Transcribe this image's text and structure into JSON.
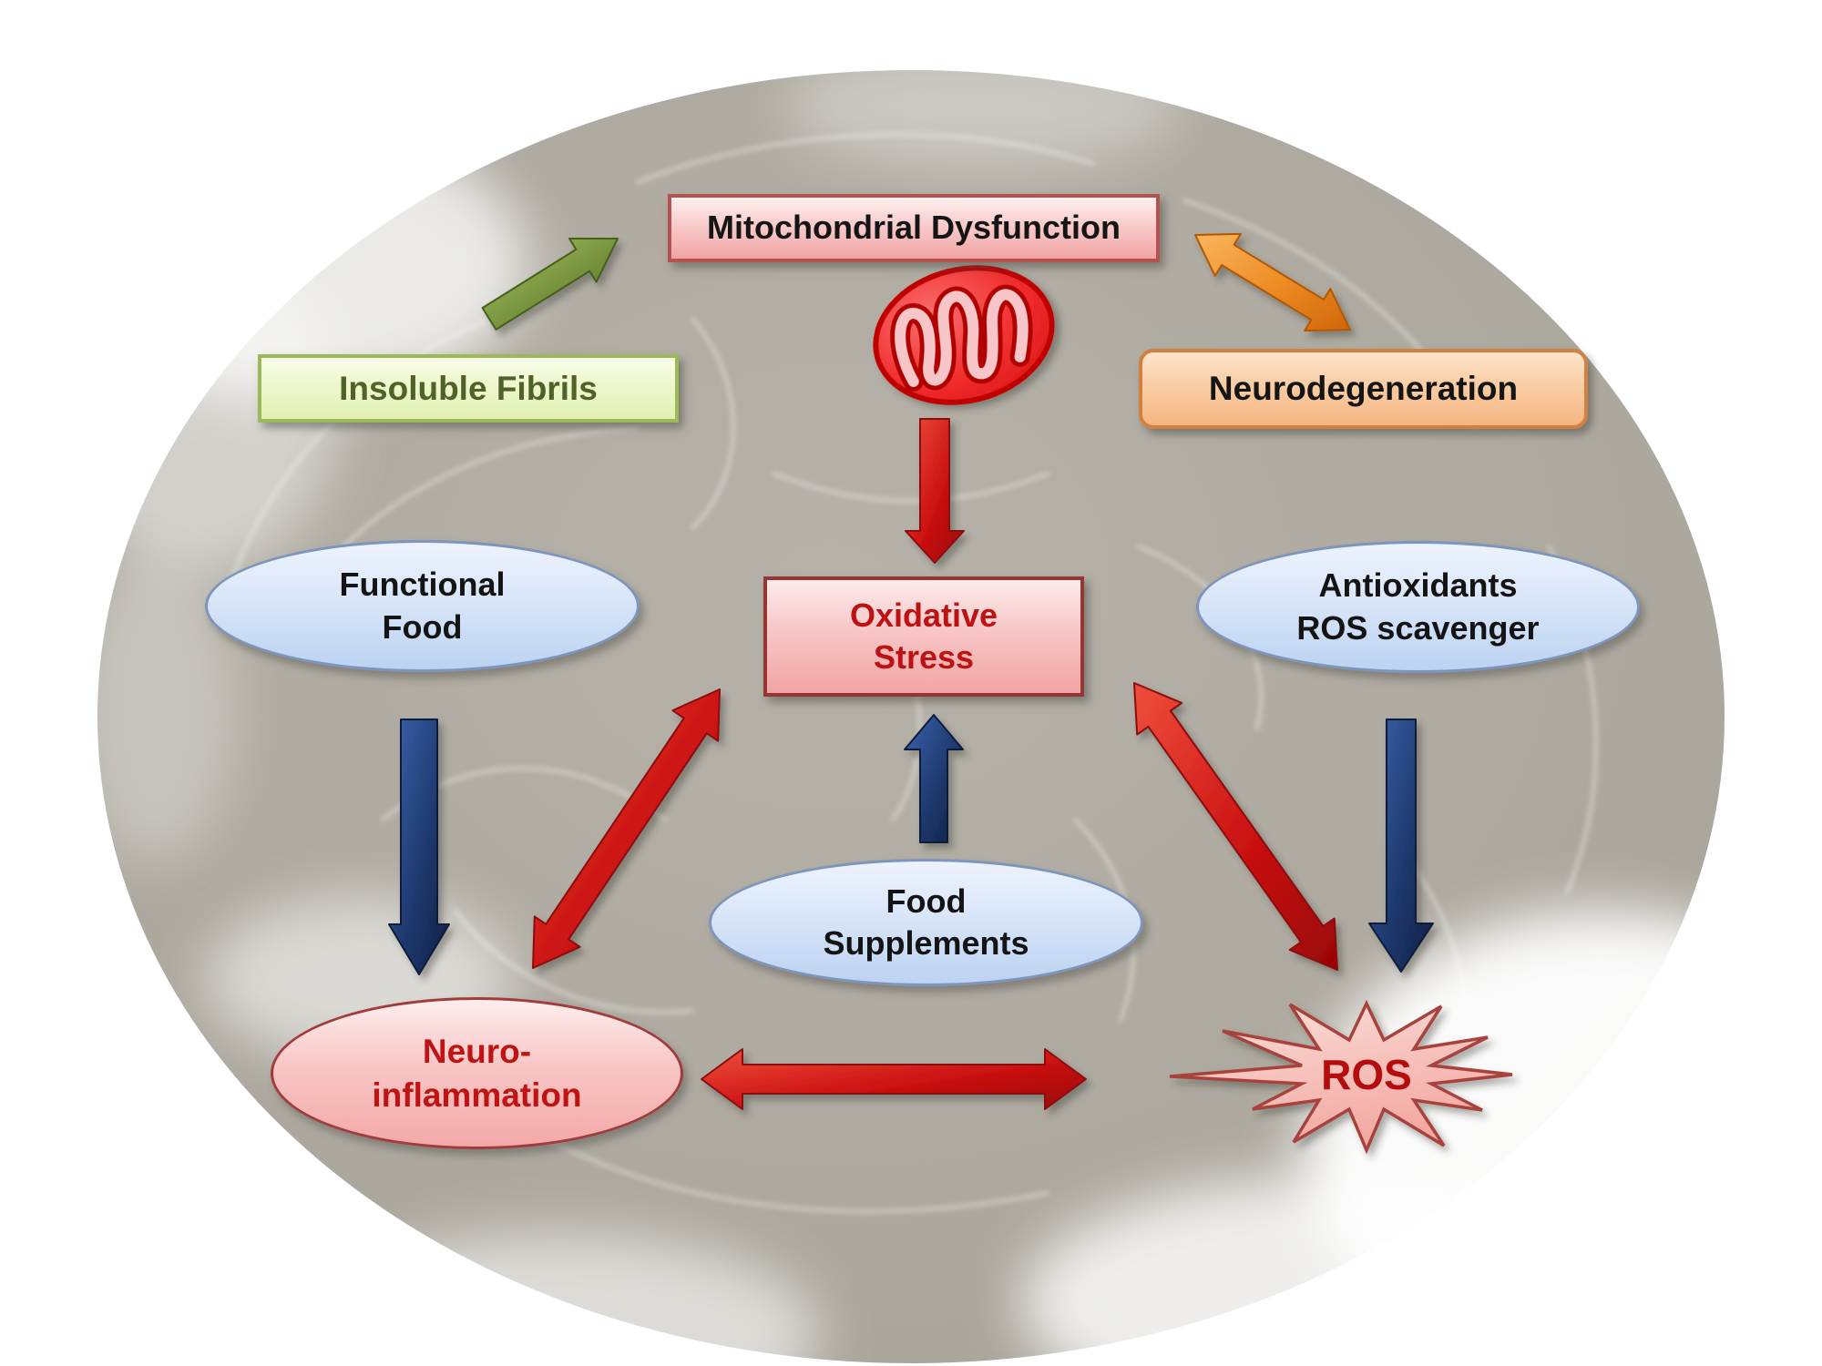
{
  "figure": {
    "type": "concept-diagram",
    "background": {
      "description": "faint gray brain line-art inside a large gray ellipse on white",
      "ellipse_color": "#aba79d"
    },
    "colors": {
      "arrow_red": "#c41414",
      "arrow_navy": "#1f3a70",
      "arrow_green": "#7d9c40",
      "arrow_orange": "#e8821d",
      "pink_node_text": "#bd1212",
      "green_node_text": "#4f6228"
    }
  },
  "nodes": {
    "mitochondrial_dysfunction": {
      "label": "Mitochondrial Dysfunction",
      "shape": "rectangle",
      "fill": "pink-gradient"
    },
    "insoluble_fibrils": {
      "label": "Insoluble Fibrils",
      "shape": "rectangle",
      "fill": "light-green-gradient"
    },
    "neurodegeneration": {
      "label": "Neurodegeneration",
      "shape": "rounded-rectangle",
      "fill": "orange-gradient"
    },
    "oxidative_stress": {
      "line1": "Oxidative",
      "line2": "Stress",
      "shape": "rectangle",
      "fill": "pink-gradient"
    },
    "functional_food": {
      "line1": "Functional",
      "line2": "Food",
      "shape": "ellipse",
      "fill": "blue-gradient"
    },
    "antioxidants": {
      "line1": "Antioxidants",
      "line2": "ROS scavenger",
      "shape": "ellipse",
      "fill": "blue-gradient"
    },
    "food_supplements": {
      "line1": "Food",
      "line2": "Supplements",
      "shape": "ellipse",
      "fill": "blue-gradient"
    },
    "neuro_inflammation": {
      "line1": "Neuro-",
      "line2": "inflammation",
      "shape": "ellipse",
      "fill": "pink-gradient"
    },
    "ros": {
      "label": "ROS",
      "shape": "starburst",
      "fill": "pink-gradient"
    }
  },
  "icons": {
    "mitochondrion": "red oval organelle with pink cristae squiggle, below Mitochondrial Dysfunction box"
  },
  "edges": [
    {
      "from": "insoluble_fibrils",
      "to": "mitochondrial_dysfunction",
      "color": "green",
      "heads": "single"
    },
    {
      "from": "mitochondrial_dysfunction",
      "to": "neurodegeneration",
      "color": "orange",
      "heads": "double"
    },
    {
      "from": "mitochondrial_dysfunction",
      "to": "oxidative_stress",
      "color": "red",
      "heads": "single"
    },
    {
      "from": "functional_food",
      "to": "neuro_inflammation",
      "color": "navy",
      "heads": "single"
    },
    {
      "from": "food_supplements",
      "to": "oxidative_stress",
      "color": "navy",
      "heads": "single"
    },
    {
      "from": "antioxidants",
      "to": "ros",
      "color": "navy",
      "heads": "single"
    },
    {
      "from": "oxidative_stress",
      "to": "neuro_inflammation",
      "color": "red",
      "heads": "double"
    },
    {
      "from": "oxidative_stress",
      "to": "ros",
      "color": "red",
      "heads": "double"
    },
    {
      "from": "neuro_inflammation",
      "to": "ros",
      "color": "red",
      "heads": "double"
    }
  ]
}
